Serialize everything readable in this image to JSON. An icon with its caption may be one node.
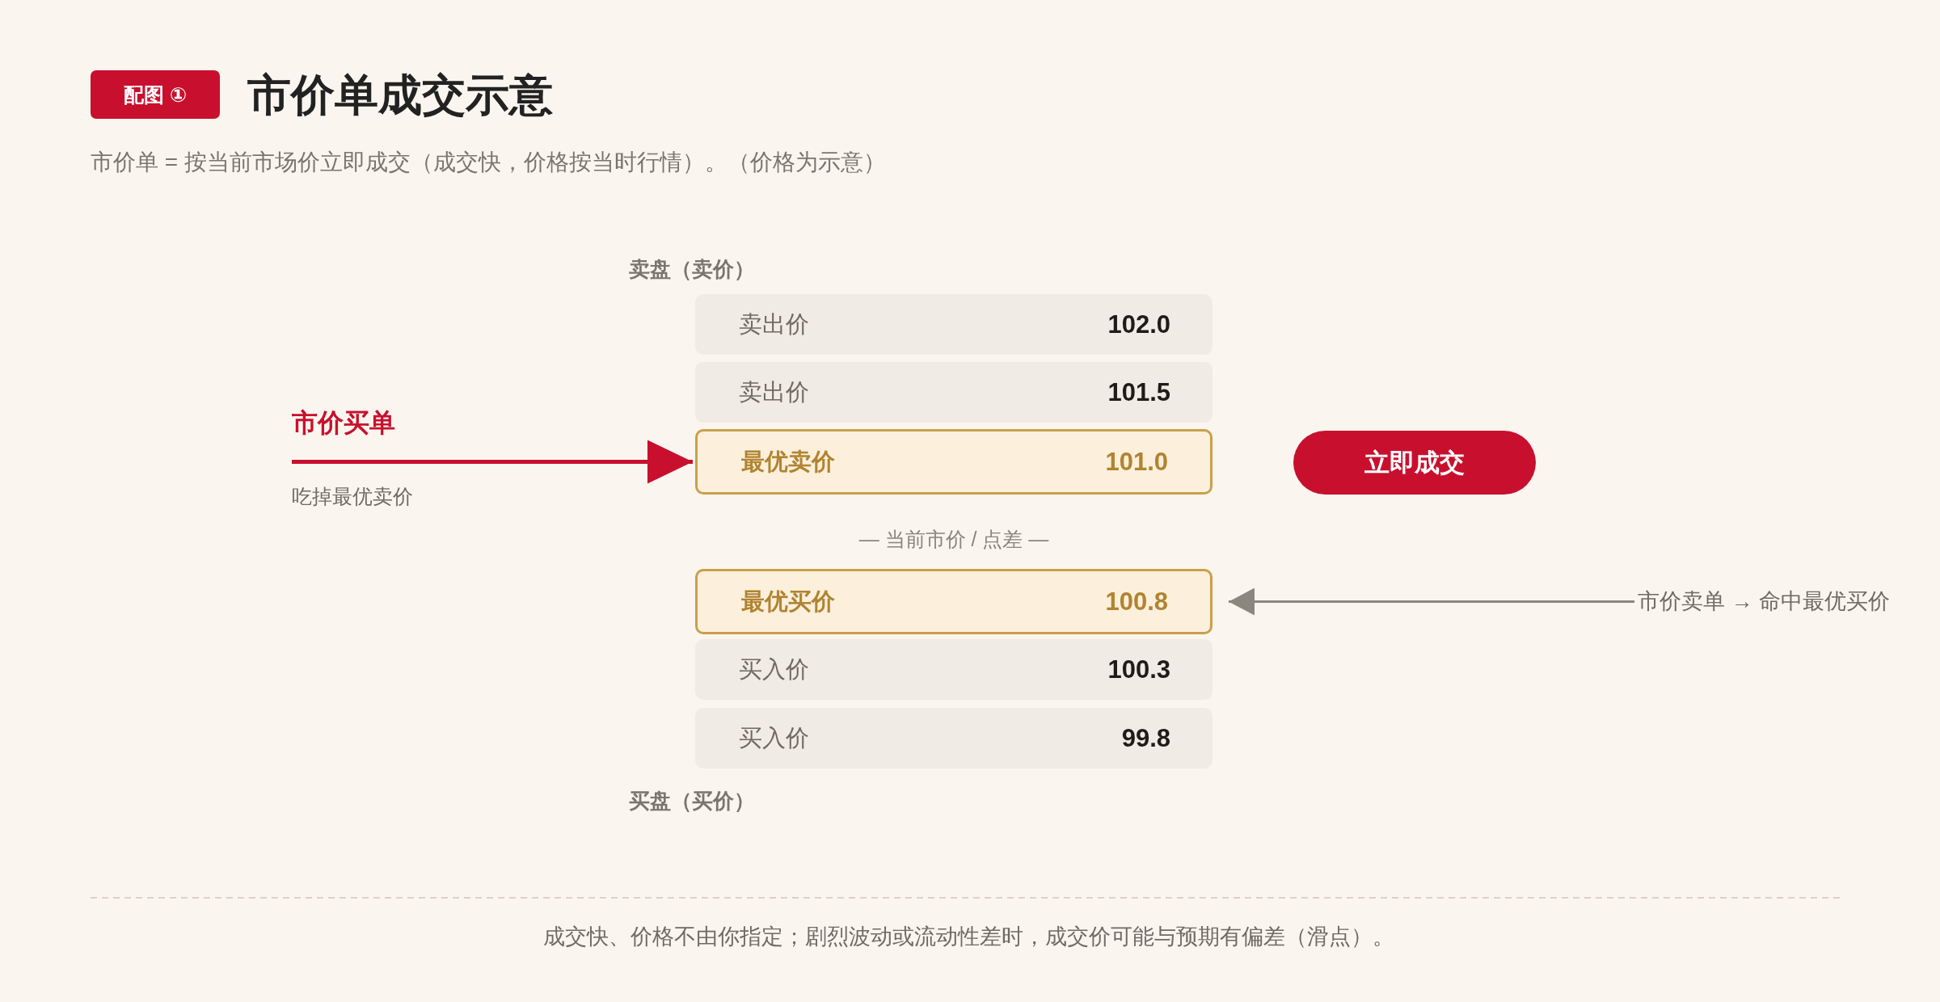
{
  "diagram": {
    "title": "市价单成交示意",
    "caption": "成交快、价格不由你指定；剧烈波动或流动性差时，成交价可能与预期有偏差（滑点）。",
    "nodes": [
      {
        "text": [
          "卖出价",
          "102.0"
        ]
      },
      {
        "text": [
          "卖出价",
          "101.5"
        ]
      },
      {
        "text": [
          "最优卖价",
          "101.0"
        ]
      },
      {
        "text": [
          "立即成交"
        ]
      },
      {
        "text": [
          "最优买价",
          "100.8"
        ]
      },
      {
        "text": [
          "买入价",
          "100.3"
        ]
      },
      {
        "text": [
          "买入价",
          "99.8"
        ]
      },
      {
        "text": [
          "市价卖单 → 命中最优买价"
        ]
      }
    ],
    "edges": [
      {
        "from": null,
        "to": 2,
        "arrow": "to",
        "label": "市价买单",
        "color": "#c8102e"
      },
      {
        "from": 7,
        "to": 4,
        "arrow": "to",
        "color": "#8a877f"
      }
    ],
    "labels": [
      "配图 ①",
      "市价单 = 按当前市场价立即成交（成交快，价格按当时行情）。（价格为示意）",
      "卖盘（卖价）",
      "吃掉最优卖价",
      "— 当前市价 / 点差 —",
      "买盘（买价）"
    ]
  }
}
